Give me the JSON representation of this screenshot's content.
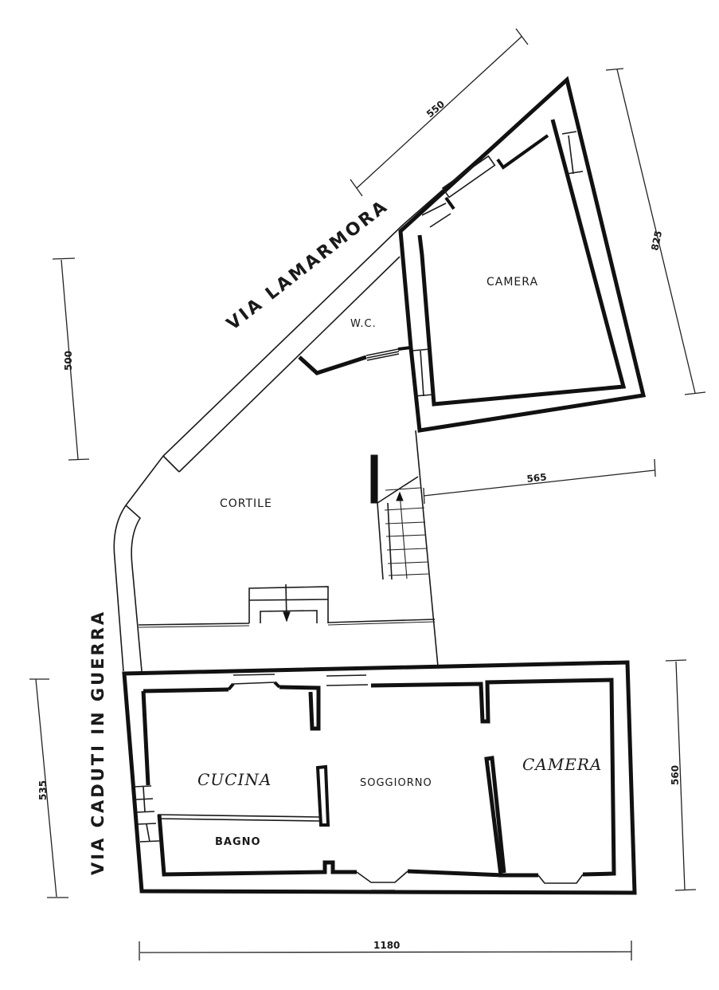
{
  "plan": {
    "streets": {
      "north": "VIA LAMARMORA",
      "west": "VIA CADUTI IN GUERRA"
    },
    "rooms": {
      "camera_upper": "CAMERA",
      "wc": "W.C.",
      "cortile": "CORTILE",
      "cucina": "CUCINA",
      "soggiorno": "SOGGIORNO",
      "bagno": "BAGNO",
      "camera_lower": "CAMERA"
    },
    "dimensions": {
      "upper_diagonal": "550",
      "upper_right": "825",
      "left_upper": "500",
      "middle_right": "565",
      "left_lower": "535",
      "lower_right": "560",
      "bottom_width": "1180"
    },
    "colors": {
      "ink": "#111111",
      "paper": "#ffffff"
    }
  }
}
